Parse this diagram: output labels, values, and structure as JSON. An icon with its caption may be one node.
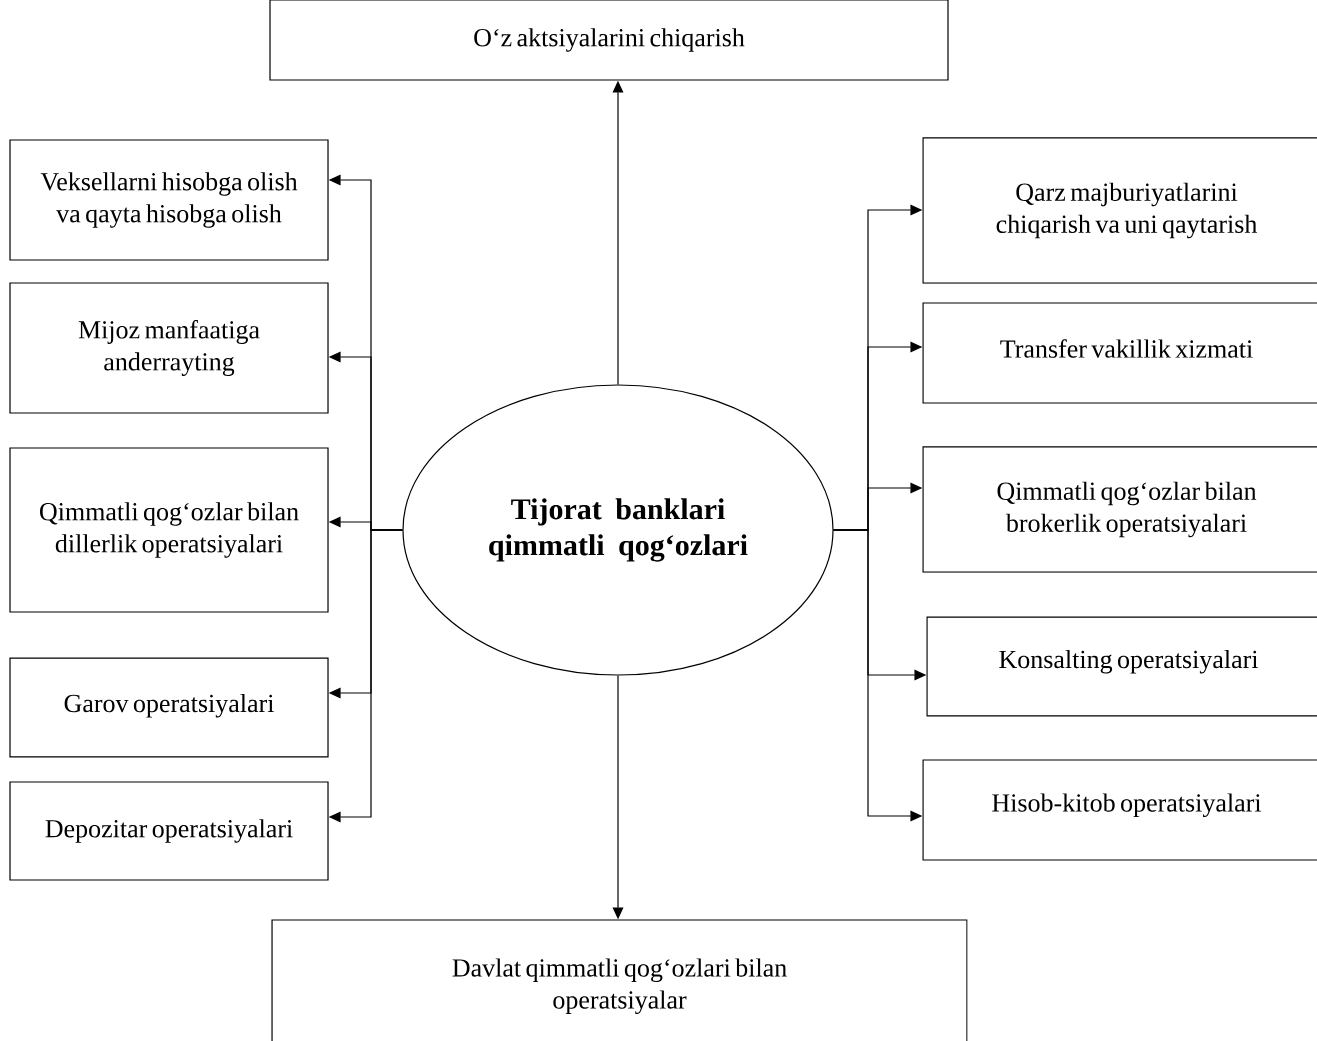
{
  "diagram": {
    "nodes": [
      {
        "text": [
          "O‘z aktsiyalarini chiqarish"
        ]
      },
      {
        "text": [
          "Tijorat banklari qimmatli qog‘ozlari"
        ]
      },
      {
        "text": [
          "Veksellarni hisobga olish va qayta hisobga olish"
        ]
      },
      {
        "text": [
          "Mijoz manfaatiga anderrayting"
        ]
      },
      {
        "text": [
          "Qimmatli qog‘ozlar bilan dillerlik operatsiyalari"
        ]
      },
      {
        "text": [
          "Garov operatsiyalari"
        ]
      },
      {
        "text": [
          "Depozitar operatsiyalari"
        ]
      },
      {
        "text": [
          "Qarz majburiyatlarini chiqarish va uni qaytarish"
        ]
      },
      {
        "text": [
          "Transfer vakillik xizmati"
        ]
      },
      {
        "text": [
          "Qimmatli qog‘ozlar bilan brokerlik operatsiyalari"
        ]
      },
      {
        "text": [
          "Konsalting operatsiyalari"
        ]
      },
      {
        "text": [
          "Hisob-kitob operatsiyalari"
        ]
      },
      {
        "text": [
          "Davlat qimmatli qog‘ozlari bilan operatsiyalar"
        ]
      }
    ],
    "edges": [
      {
        "from": 1,
        "to": 0,
        "arrow": "to"
      },
      {
        "from": 1,
        "to": 2,
        "arrow": "to"
      },
      {
        "from": 1,
        "to": 3,
        "arrow": "to"
      },
      {
        "from": 1,
        "to": 4,
        "arrow": "to"
      },
      {
        "from": 1,
        "to": 5,
        "arrow": "to"
      },
      {
        "from": 1,
        "to": 6,
        "arrow": "to"
      },
      {
        "from": 1,
        "to": 7,
        "arrow": "to"
      },
      {
        "from": 1,
        "to": 8,
        "arrow": "to"
      },
      {
        "from": 1,
        "to": 9,
        "arrow": "to"
      },
      {
        "from": 1,
        "to": 10,
        "arrow": "to"
      },
      {
        "from": 1,
        "to": 11,
        "arrow": "to"
      },
      {
        "from": 1,
        "to": 12,
        "arrow": "to"
      }
    ]
  }
}
